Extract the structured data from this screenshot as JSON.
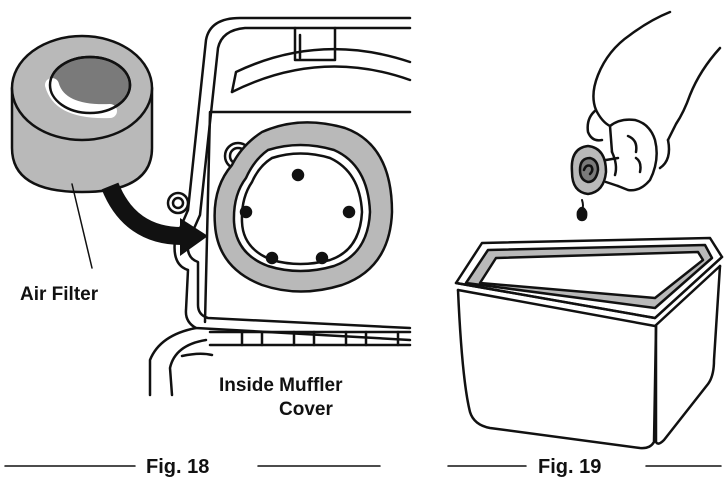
{
  "figures": {
    "fig18": {
      "caption": "Fig. 18",
      "air_filter_label": "Air Filter",
      "cover_label_line1": "Inside Muffler",
      "cover_label_line2": "Cover"
    },
    "fig19": {
      "caption": "Fig. 19"
    }
  },
  "colors": {
    "ink": "#111111",
    "filter_gray": "#b9b9b9",
    "filter_dark": "#7a7a7a",
    "paper": "#ffffff"
  }
}
